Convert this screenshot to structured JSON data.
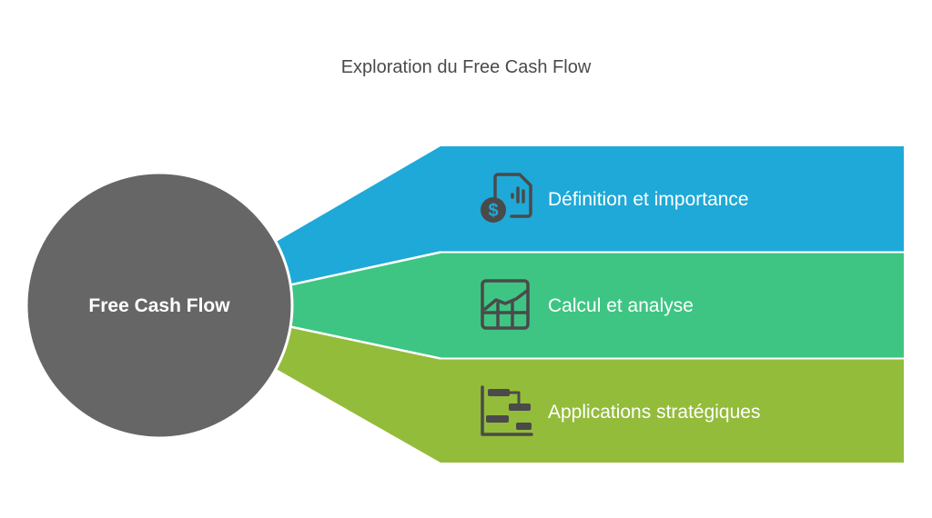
{
  "title": "Exploration du Free Cash Flow",
  "center": {
    "label": "Free Cash Flow",
    "color": "#666666"
  },
  "branches": [
    {
      "label": "Définition et importance",
      "icon": "document-dollar-chart-icon",
      "color": "#1ea9d8"
    },
    {
      "label": "Calcul et analyse",
      "icon": "spreadsheet-growth-chart-icon",
      "color": "#3ec583"
    },
    {
      "label": "Applications stratégiques",
      "icon": "gantt-chart-icon",
      "color": "#93bc3b"
    }
  ],
  "icon_color": "#4a4a4a"
}
